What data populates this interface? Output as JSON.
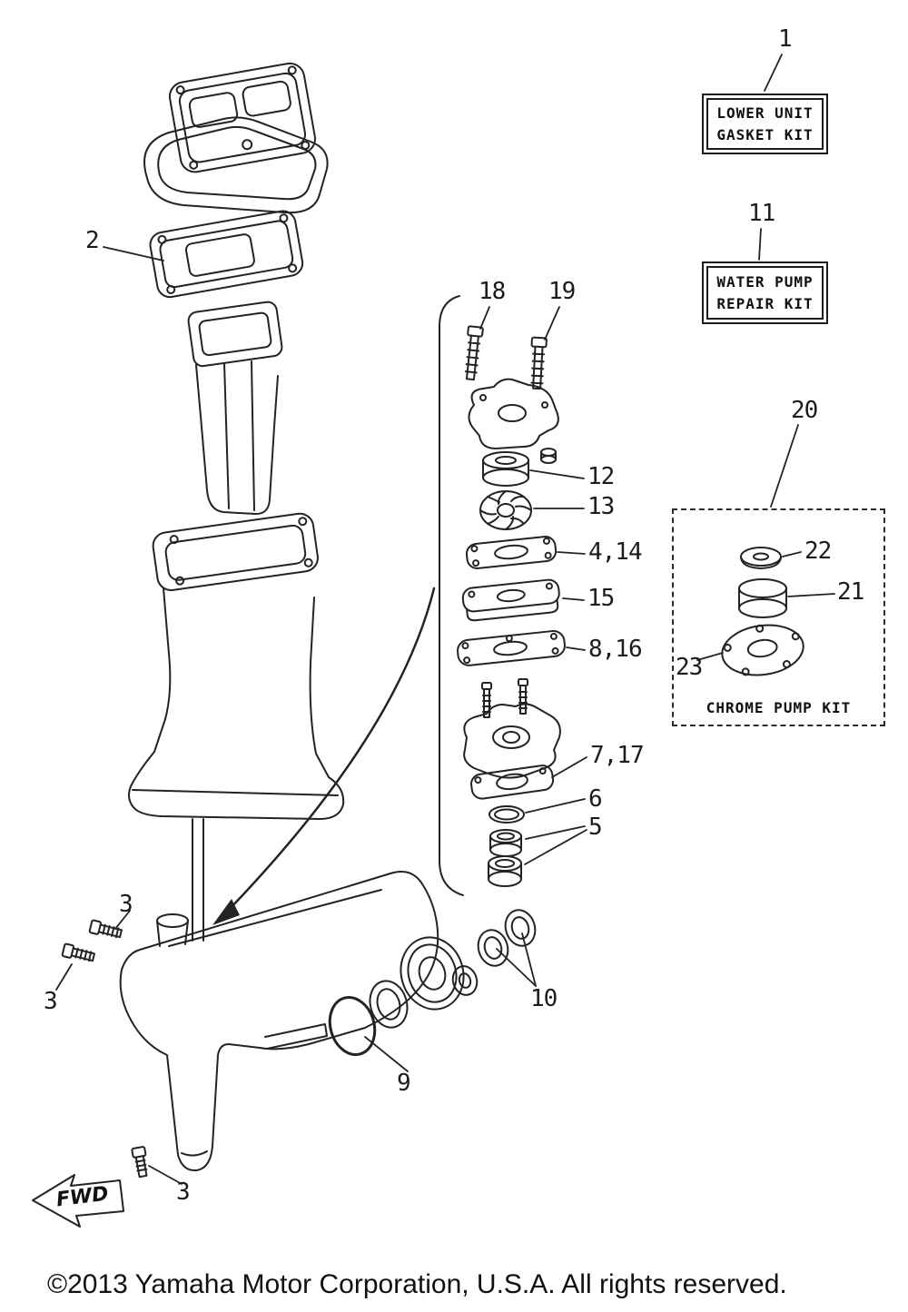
{
  "page": {
    "copyright": "©2013 Yamaha Motor Corporation, U.S.A. All rights reserved."
  },
  "boxes": {
    "lower_unit_gasket_kit": {
      "callout": "1",
      "line1": "LOWER UNIT",
      "line2": "GASKET KIT"
    },
    "water_pump_repair_kit": {
      "callout": "11",
      "line1": "WATER PUMP",
      "line2": "REPAIR KIT"
    },
    "chrome_pump_kit": {
      "callout": "20",
      "label": "CHROME PUMP KIT"
    }
  },
  "callouts": {
    "n1": "1",
    "n2": "2",
    "n3": "3",
    "n5": "5",
    "n6": "6",
    "n7_17": "7,17",
    "n8_16": "8,16",
    "n9": "9",
    "n10": "10",
    "n11": "11",
    "n12": "12",
    "n13": "13",
    "n4_14": "4,14",
    "n15": "15",
    "n18": "18",
    "n19": "19",
    "n20": "20",
    "n21": "21",
    "n22": "22",
    "n23": "23"
  },
  "direction": {
    "fwd": "FWD"
  }
}
